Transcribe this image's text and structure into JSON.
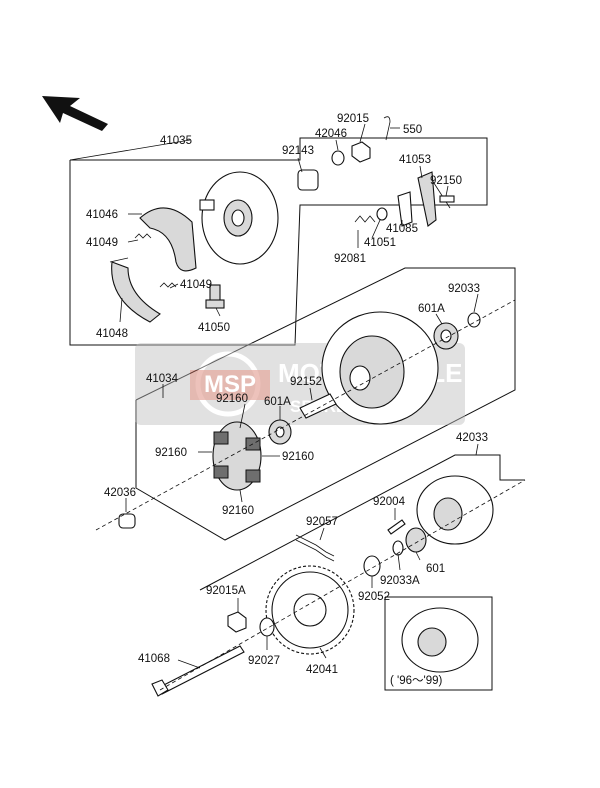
{
  "watermark": {
    "logo": "MSP",
    "line1": "MOTORCYCLE",
    "line2": "SPARE PARTS",
    "color": "#9a9a9a"
  },
  "labels": {
    "p41035": "41035",
    "p92015": "92015",
    "p550": "550",
    "p42046": "42046",
    "p92143": "92143",
    "p41053": "41053",
    "p92150": "92150",
    "p41046": "41046",
    "p41049a": "41049",
    "p41049b": "41049",
    "p41048": "41048",
    "p41050": "41050",
    "p41085": "41085",
    "p41051": "41051",
    "p92081": "92081",
    "p92033": "92033",
    "p601a_top": "601A",
    "p41034": "41034",
    "p92152": "92152",
    "p92160_top": "92160",
    "p601a_mid": "601A",
    "p92160_left": "92160",
    "p92160_right": "92160",
    "p92160_bottom": "92160",
    "p42036": "42036",
    "p42033": "42033",
    "p92004": "92004",
    "p92057": "92057",
    "p92033a": "92033A",
    "p601": "601",
    "p92052": "92052",
    "p92015a": "92015A",
    "p92027": "92027",
    "p41068": "41068",
    "p42041": "42041",
    "inset_years": "( '96～'99)"
  }
}
